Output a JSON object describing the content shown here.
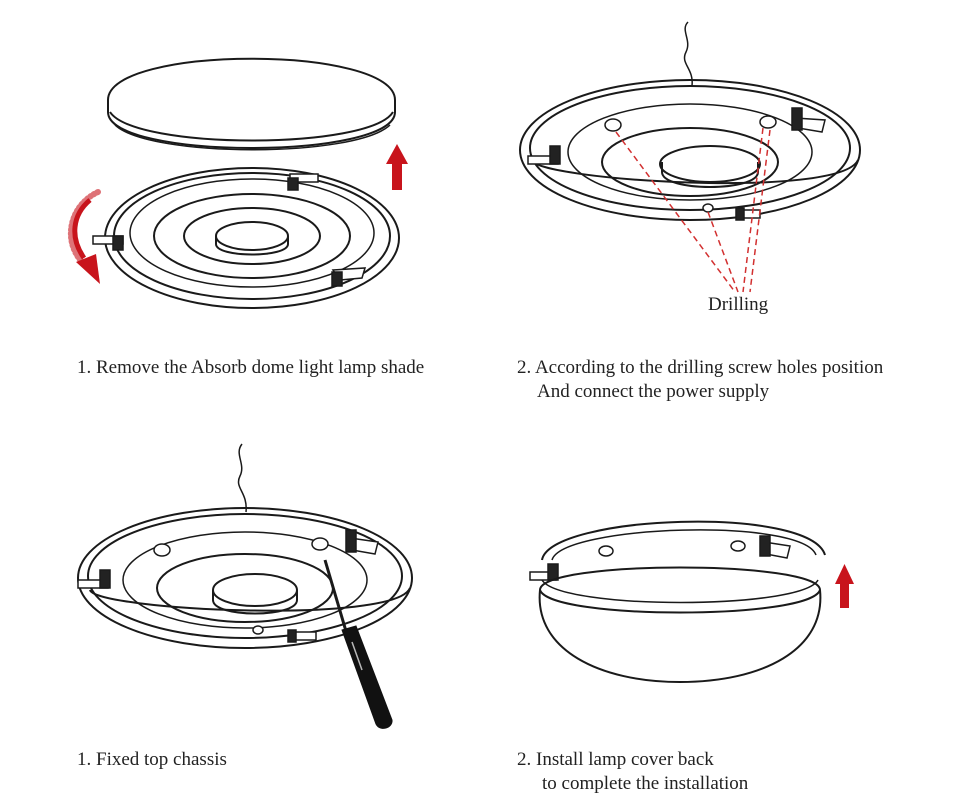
{
  "steps": [
    {
      "line1": "1. Remove the Absorb dome light lamp shade"
    },
    {
      "line1": "2. According to the drilling screw holes position",
      "line2": "And connect the power supply"
    },
    {
      "line1": "1. Fixed top chassis"
    },
    {
      "line1": "2. Install lamp cover back",
      "line2": "to complete the installation"
    }
  ],
  "drilling_label": "Drilling",
  "colors": {
    "arrow": "#c8141c",
    "stroke": "#1a1a1a",
    "dash": "#d23030"
  }
}
